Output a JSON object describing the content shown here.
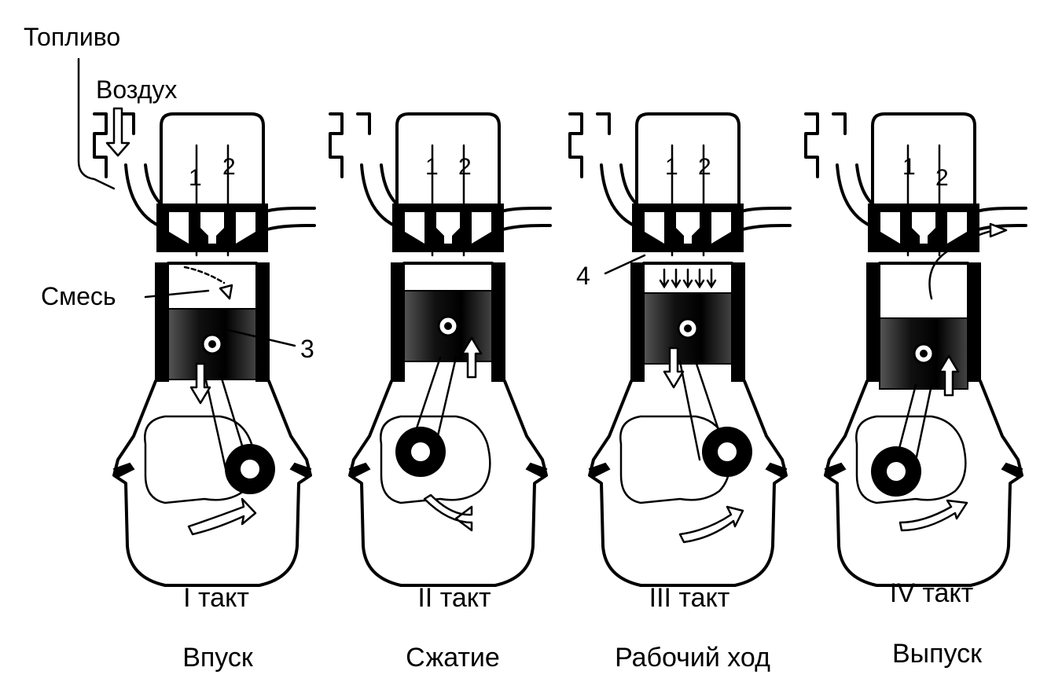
{
  "labels": {
    "fuel": "Топливо",
    "air": "Воздух",
    "mixture": "Смесь",
    "n1": "1",
    "n2": "2",
    "n3": "3",
    "n4": "4"
  },
  "strokes": [
    {
      "number": "I такт",
      "name": "Впуск"
    },
    {
      "number": "II такт",
      "name": "Сжатие"
    },
    {
      "number": "III такт",
      "name": "Рабочий ход"
    },
    {
      "number": "IV такт",
      "name": "Выпуск"
    }
  ]
}
